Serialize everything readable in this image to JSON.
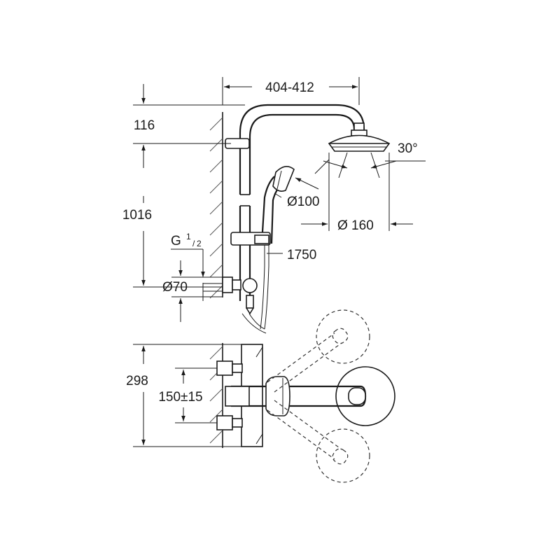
{
  "dimensions": {
    "arm_width": "404-412",
    "top_offset": "116",
    "rail_height": "1016",
    "thread": "G",
    "thread_fraction_num": "1",
    "thread_fraction_den": "2",
    "pipe_diameter": "Ø70",
    "head_angle": "30°",
    "hand_shower_diameter": "Ø100",
    "head_diameter": "Ø 160",
    "hose_length": "1750",
    "mixer_height": "298",
    "connection_spacing": "150±15"
  }
}
